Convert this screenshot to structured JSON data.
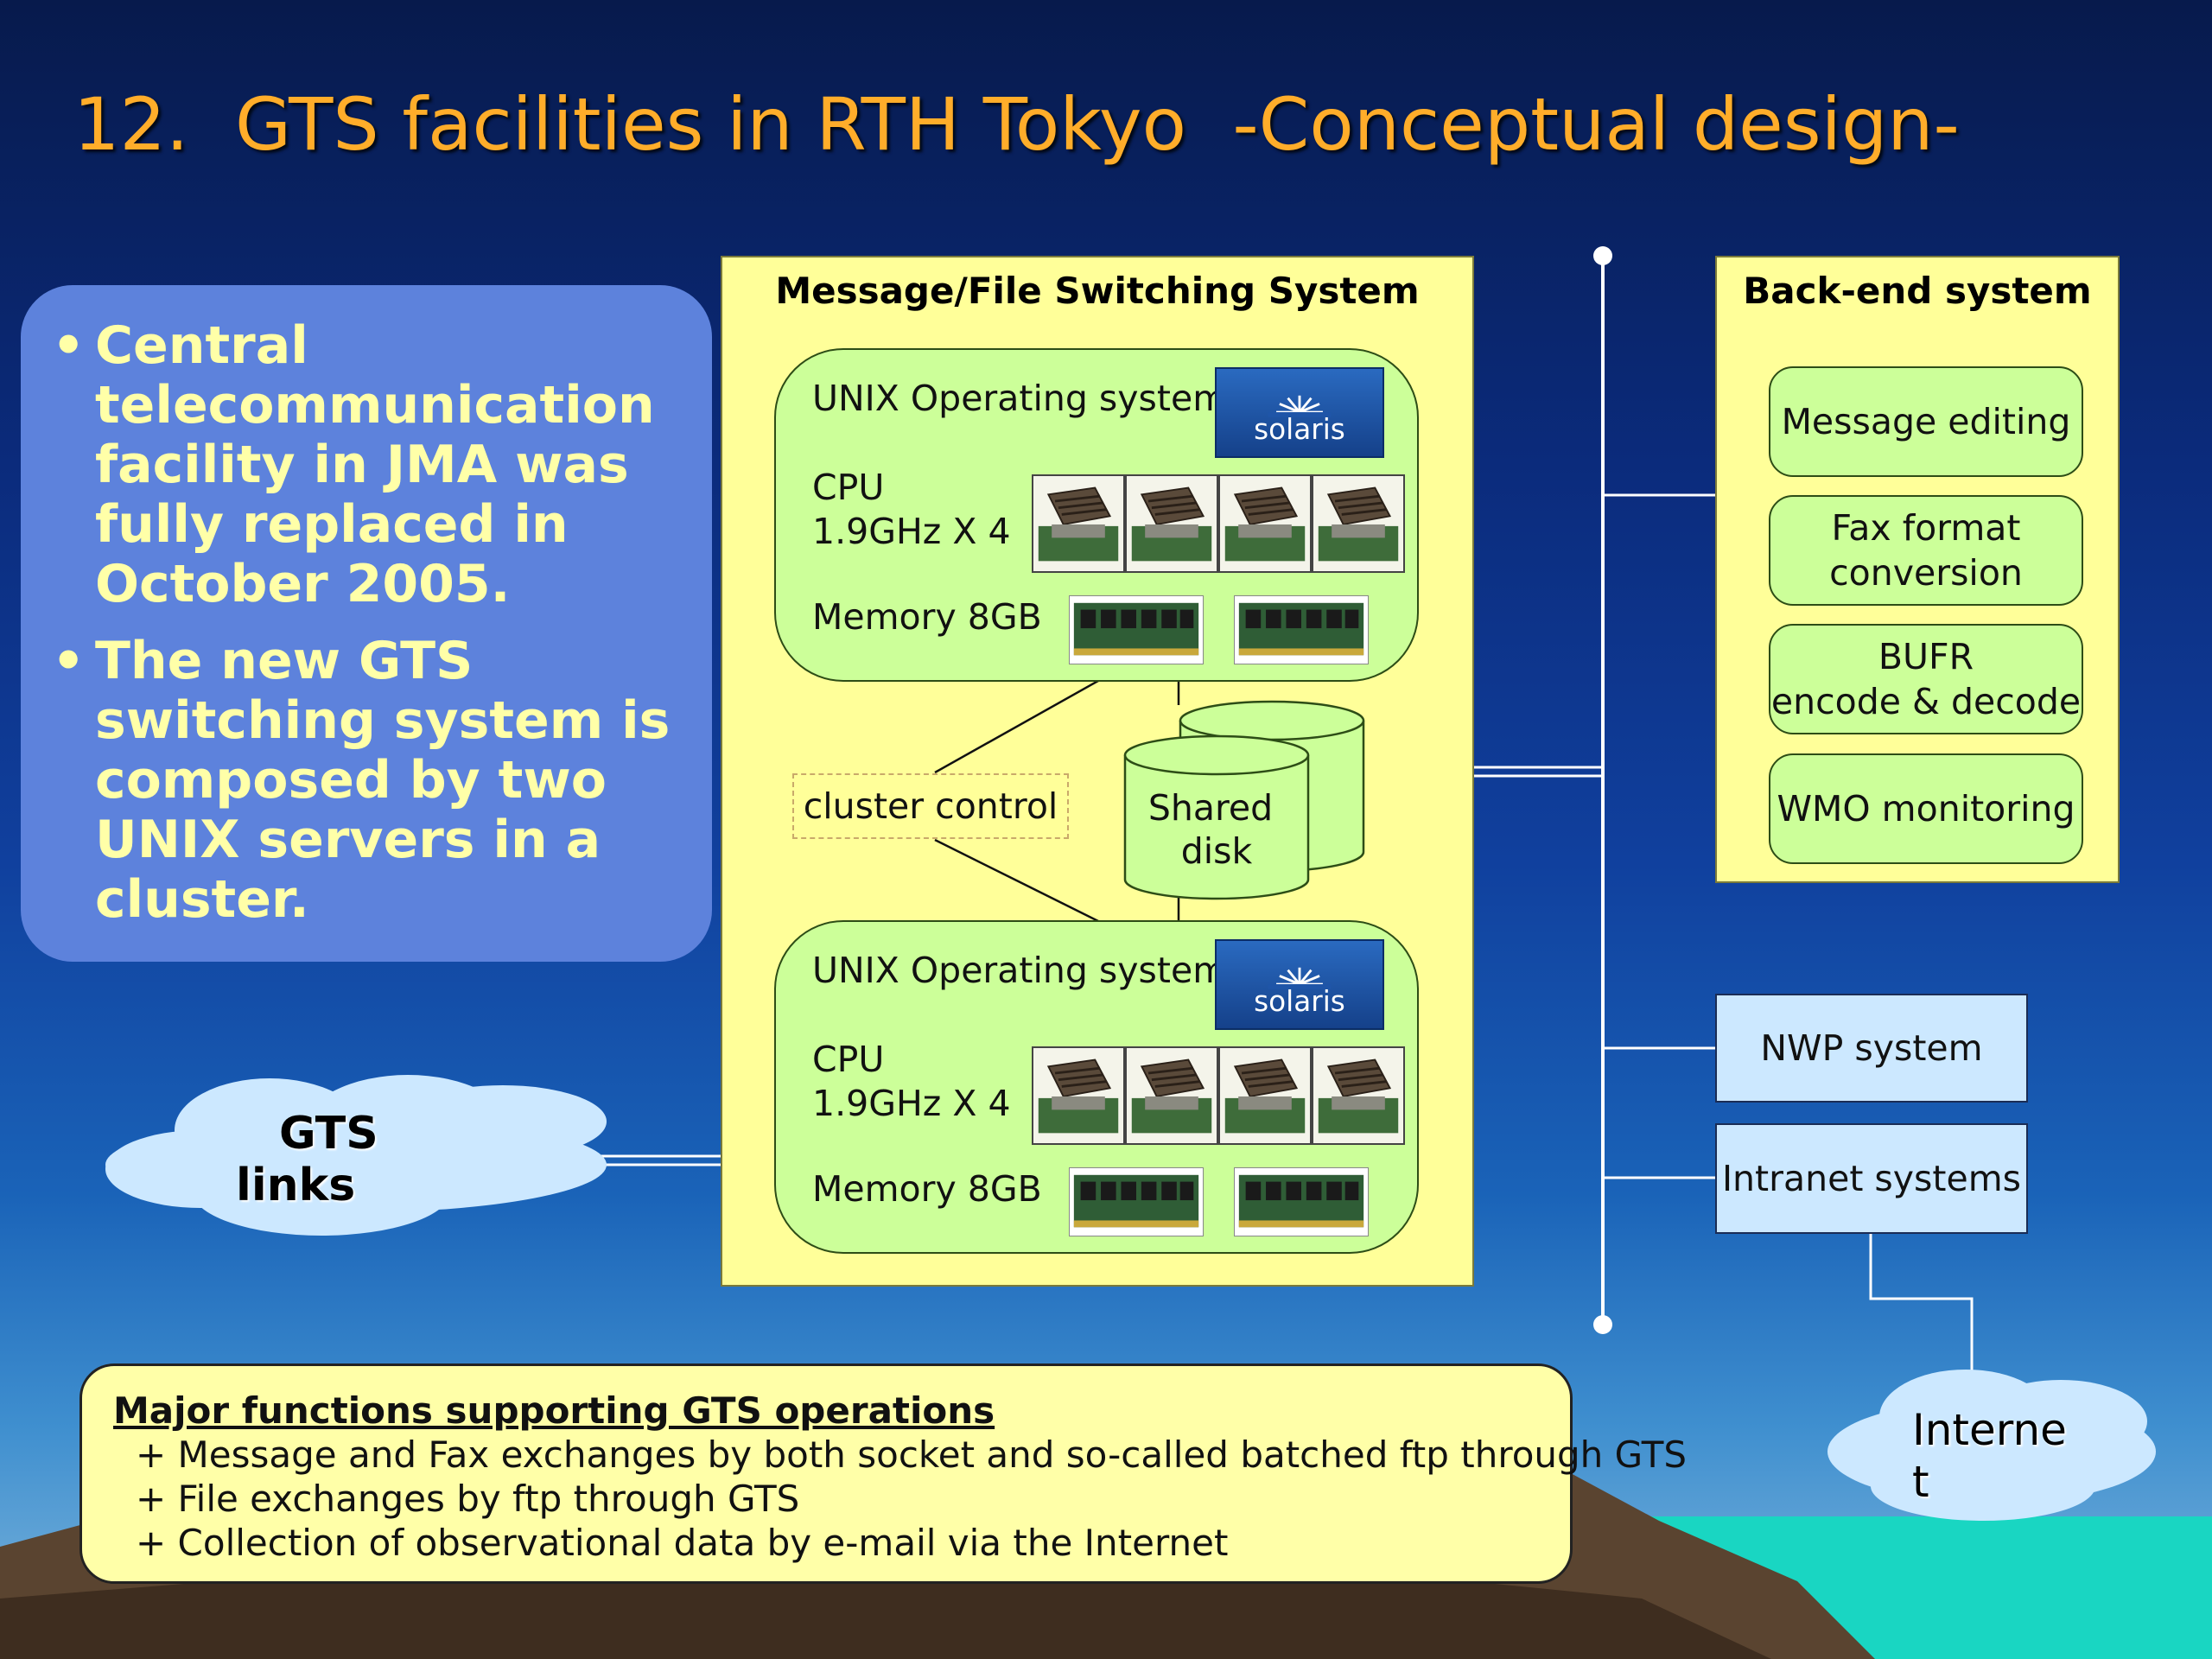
{
  "title": "12.  GTS facilities in RTH Tokyo  -Conceptual design-",
  "bullets": [
    "Central telecommunication facility in JMA was fully replaced in October 2005.",
    "The new GTS switching system is composed by two UNIX servers in a cluster."
  ],
  "switching_system": {
    "title": "Message/File Switching System",
    "servers": [
      {
        "os_label": "UNIX Operating system",
        "logo_text": "solaris",
        "cpu_label": "CPU",
        "cpu_spec": "1.9GHz X 4",
        "memory_label": "Memory 8GB"
      },
      {
        "os_label": "UNIX Operating system",
        "logo_text": "solaris",
        "cpu_label": "CPU",
        "cpu_spec": "1.9GHz X 4",
        "memory_label": "Memory 8GB"
      }
    ],
    "cluster_control": "cluster control",
    "shared_disk": [
      "Shared",
      "disk"
    ]
  },
  "backend": {
    "title": "Back-end system",
    "functions": [
      {
        "line1": "Message editing",
        "line2": ""
      },
      {
        "line1": "Fax format",
        "line2": "conversion"
      },
      {
        "line1": "BUFR",
        "line2": "encode & decode"
      },
      {
        "line1": "WMO monitoring",
        "line2": ""
      }
    ]
  },
  "systems": {
    "nwp": "NWP system",
    "intranet": "Intranet systems"
  },
  "clouds": {
    "gts": [
      "GTS",
      "links"
    ],
    "internet": [
      "Interne",
      "t"
    ]
  },
  "functions": {
    "heading": "Major functions supporting GTS operations",
    "items": [
      "+ Message and Fax exchanges by both socket and so-called batched ftp through GTS",
      "+ File exchanges by ftp through GTS",
      "+ Collection of observational data by e-mail via the Internet"
    ]
  },
  "colors": {
    "title": "#ffad2a",
    "panel": "#ffff99",
    "node": "#ccff99",
    "system_box": "#cce8ff",
    "bullet_box": "#5d82dc",
    "bullet_text": "#ffffa8"
  }
}
